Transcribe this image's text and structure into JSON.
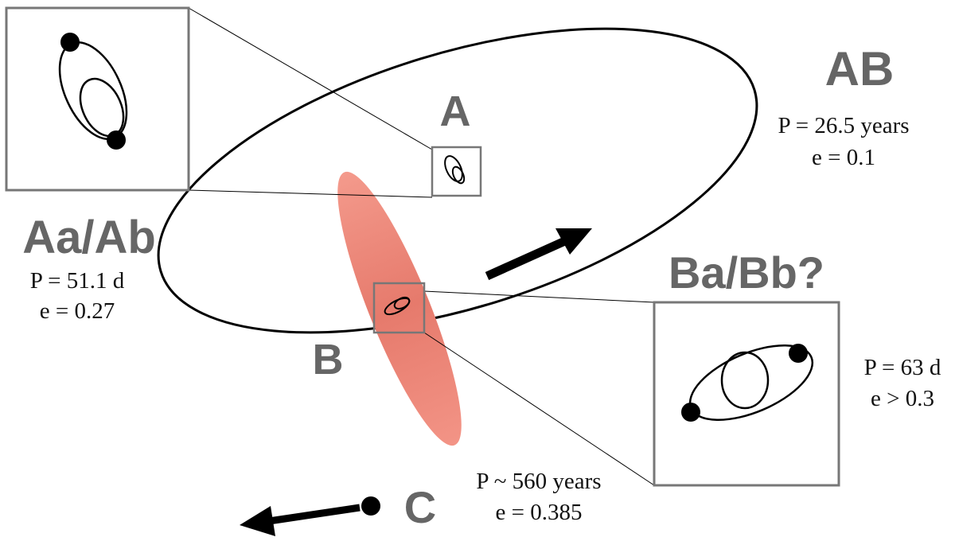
{
  "systems": {
    "ab": {
      "name": "AB",
      "period": "P = 26.5 years",
      "eccentricity": "e = 0.1"
    },
    "aa_ab": {
      "name": "Aa/Ab",
      "period": "P = 51.1 d",
      "eccentricity": "e = 0.27"
    },
    "ba_bb": {
      "name": "Ba/Bb?",
      "period": "P = 63 d",
      "eccentricity": "e > 0.3"
    },
    "c": {
      "name": "C",
      "period": "P ~ 560 years",
      "eccentricity": "e = 0.385"
    }
  },
  "components": {
    "a": "A",
    "b": "B"
  },
  "colors": {
    "orbit": "#000000",
    "frame": "#777777",
    "label": "#666666",
    "b_orbit_fill": "#ef8878"
  }
}
